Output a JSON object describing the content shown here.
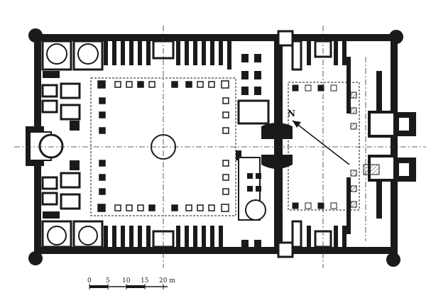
{
  "diagram": {
    "north_label": "N",
    "scale_bar": {
      "ticks": [
        "0",
        "5",
        "10",
        "15",
        "20 m"
      ]
    },
    "colors": {
      "wall": "#1a1a1a",
      "background": "#ffffff",
      "axis": "#333333"
    }
  }
}
